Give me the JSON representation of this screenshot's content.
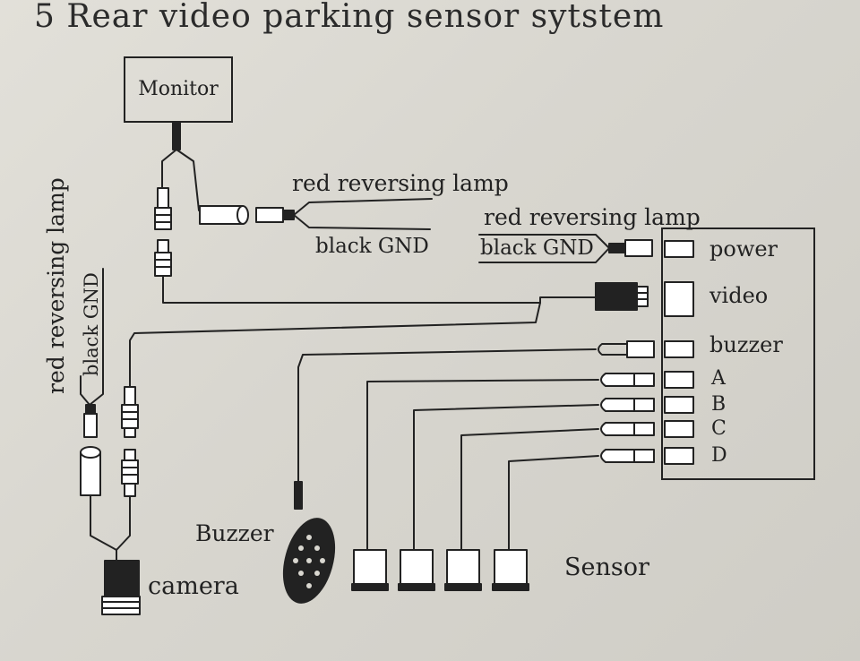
{
  "title": "5 Rear video parking  sensor sytstem",
  "monitor": {
    "label": "Monitor"
  },
  "monitor_power": {
    "red": "red  reversing lamp",
    "black": "black GND"
  },
  "ecu_power": {
    "red": "red  reversing lamp",
    "black": "black GND"
  },
  "camera_power": {
    "red": "red  reversing lamp",
    "black": "black GND"
  },
  "ecu_ports": [
    {
      "label": "power"
    },
    {
      "label": "video"
    },
    {
      "label": "buzzer"
    },
    {
      "label": "A"
    },
    {
      "label": "B"
    },
    {
      "label": "C"
    },
    {
      "label": "D"
    }
  ],
  "buzzer": {
    "label": "Buzzer"
  },
  "camera": {
    "label": "camera"
  },
  "sensor": {
    "label": "Sensor"
  }
}
